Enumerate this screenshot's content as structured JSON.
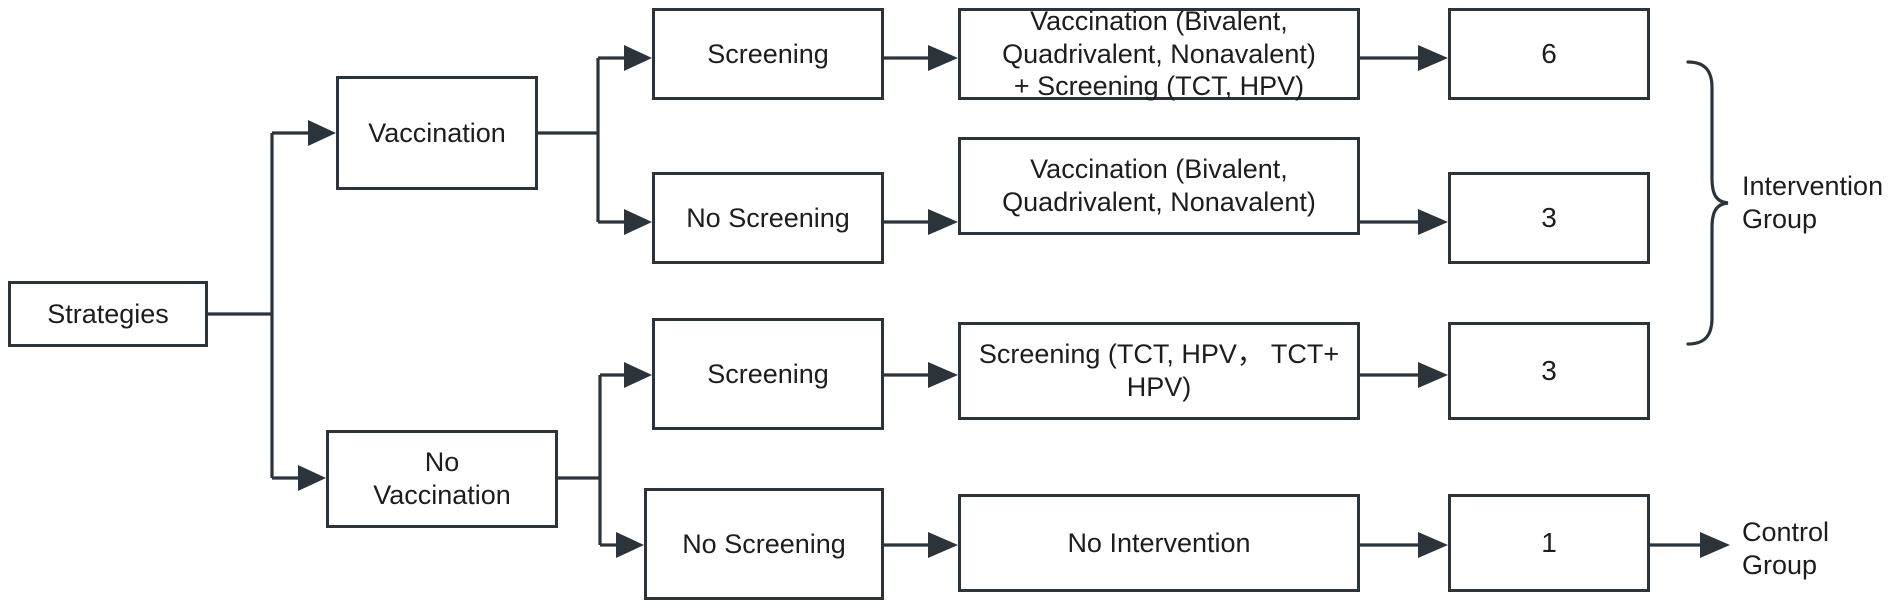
{
  "diagram": {
    "title": "HPV strategies decision flowchart",
    "accent_color": "#2b333b",
    "background": "#ffffff",
    "root": {
      "label": "Strategies"
    },
    "level1": [
      {
        "label": "Vaccination"
      },
      {
        "label": "No\nVaccination"
      }
    ],
    "level2": [
      {
        "label": "Screening"
      },
      {
        "label": "No Screening"
      },
      {
        "label": "Screening"
      },
      {
        "label": "No Screening"
      }
    ],
    "level3": [
      {
        "label": "Vaccination (Bivalent,\nQuadrivalent, Nonavalent)\n+ Screening (TCT, HPV)"
      },
      {
        "label": "Vaccination (Bivalent,\nQuadrivalent, Nonavalent)"
      },
      {
        "label": "Screening (TCT, HPV，  TCT+\nHPV)"
      },
      {
        "label": "No Intervention"
      }
    ],
    "counts": [
      {
        "label": "6"
      },
      {
        "label": "3"
      },
      {
        "label": "3"
      },
      {
        "label": "1"
      }
    ],
    "groups": [
      {
        "label": "Intervention\nGroup"
      },
      {
        "label": "Control\nGroup"
      }
    ]
  }
}
